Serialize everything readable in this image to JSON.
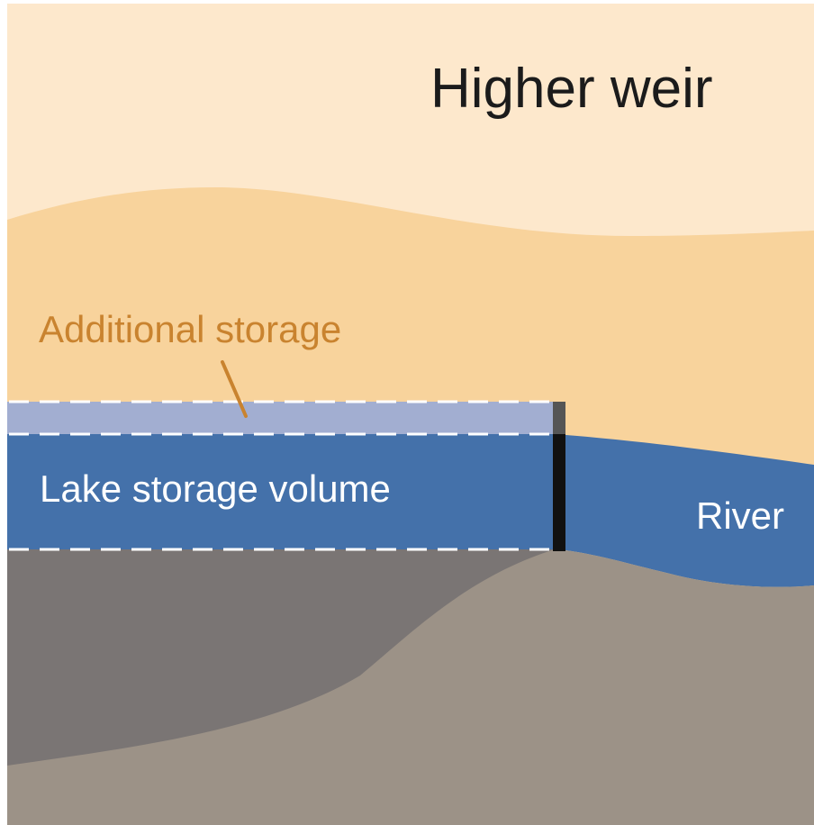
{
  "diagram": {
    "title": "Higher weir",
    "labels": {
      "additional_storage": "Additional storage",
      "lake_storage_volume": "Lake storage volume",
      "river": "River"
    },
    "colors": {
      "sky": "#fde8cc",
      "hills": "#f8d39c",
      "additional_storage_fill": "#a2aed1",
      "lake_water": "#4471aa",
      "river_water": "#4471aa",
      "lakebed_dark": "#7a7574",
      "ground": "#9c9287",
      "weir": "#111111",
      "weir_extension": "#555555",
      "title_text": "#1b1b1b",
      "callout": "#c9832f",
      "water_text": "#ffffff",
      "level_dash": "#ffffff"
    }
  }
}
